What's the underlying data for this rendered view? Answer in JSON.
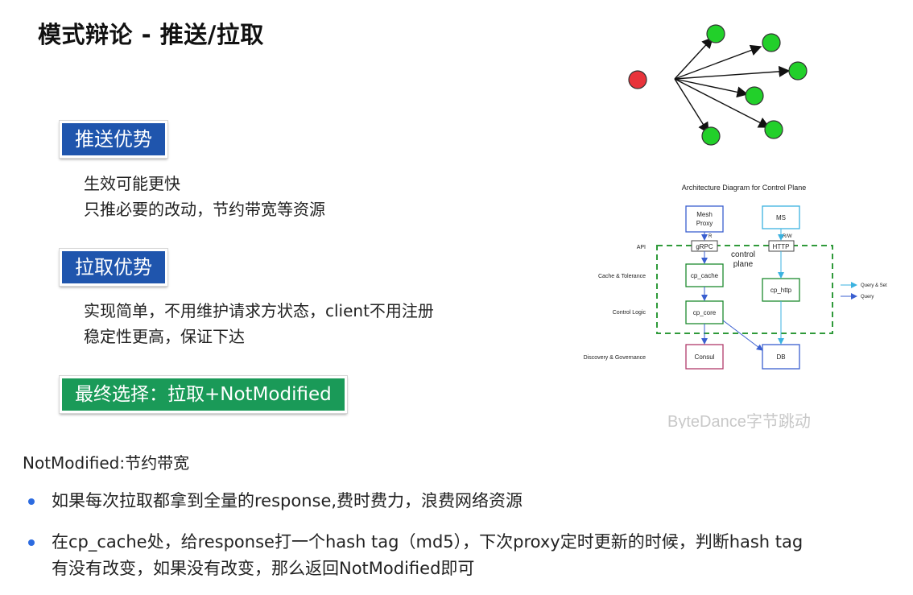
{
  "title": "模式辩论 - 推送/拉取",
  "push": {
    "badge": "推送优势",
    "lines": [
      "生效可能更快",
      "只推必要的改动，节约带宽等资源"
    ]
  },
  "pull": {
    "badge": "拉取优势",
    "lines": [
      "实现简单，不用维护请求方状态，client不用注册",
      "稳定性更高，保证下达"
    ]
  },
  "final_choice": "最终选择：拉取+NotModified",
  "notmodified_label": "NotModified:节约带宽",
  "bullets": [
    "如果每次拉取都拿到全量的response,费时费力，浪费网络资源",
    "在cp_cache处，给response打一个hash tag（md5），下次proxy定时更新的时候，判断hash tag",
    "有没有改变，如果没有改变，那么返回NotModified即可"
  ],
  "diagram": {
    "title": "Architecture Diagram for Control Plane",
    "row_labels": [
      "API",
      "Cache & Tolerance",
      "Control Logic",
      "Discovery & Governance"
    ],
    "boxes": {
      "mesh_proxy_1": "Mesh",
      "mesh_proxy_2": "Proxy",
      "ms": "MS",
      "grpc": "gRPC",
      "http": "HTTP",
      "cp_cache": "cp_cache",
      "cp_http": "cp_http",
      "cp_core": "cp_core",
      "consul": "Consul",
      "db": "DB"
    },
    "edge_labels": {
      "r": "R",
      "rw": "R/W"
    },
    "control_plane_1": "control",
    "control_plane_2": "plane",
    "legend": [
      "Query & Set",
      "Query"
    ],
    "watermark": "ByteDance字节跳动",
    "colors": {
      "blue_box": "#3a5fd0",
      "cyan_box": "#3bb2e0",
      "green_box": "#1c8a2e",
      "pink_box": "#b03a6a",
      "dash_green": "#2f9a3a"
    }
  },
  "star": {
    "center_color": "#e8343b",
    "leaf_color": "#22d02a"
  }
}
